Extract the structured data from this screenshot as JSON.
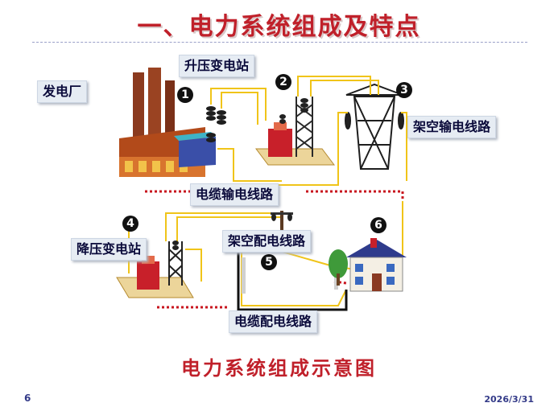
{
  "title": "一、电力系统组成及特点",
  "labels": {
    "power_plant": "发电厂",
    "step_up_substation": "升压变电站",
    "overhead_transmission_line": "架空输电线路",
    "cable_transmission_line": "电缆输电线路",
    "step_down_substation": "降压变电站",
    "overhead_distribution_line": "架空配电线路",
    "cable_distribution_line": "电缆配电线路"
  },
  "markers": [
    "1",
    "2",
    "3",
    "4",
    "5",
    "6"
  ],
  "caption": "电力系统组成示意图",
  "page_number": "6",
  "date": "2026/3/31",
  "colors": {
    "title": "#c0202a",
    "line_yellow": "#f0c419",
    "cable_dotted": "#c8141e",
    "label_bg": "#e6ecf3"
  }
}
